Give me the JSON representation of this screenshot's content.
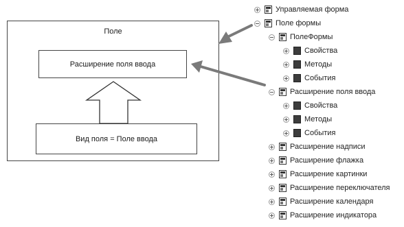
{
  "diagram": {
    "field_box": "Поле",
    "extension_box": "Расширение поля ввода",
    "view_box": "Вид поля = Поле ввода"
  },
  "tree": [
    {
      "label": "Управляемая форма",
      "toggle": "plus",
      "icon": "form-icon",
      "level": 0
    },
    {
      "label": "Поле формы",
      "toggle": "minus",
      "icon": "form-icon",
      "level": 0
    },
    {
      "label": "ПолеФормы",
      "toggle": "minus",
      "icon": "form-icon",
      "level": 1
    },
    {
      "label": "Свойства",
      "toggle": "plus",
      "icon": "item-icon",
      "level": 2
    },
    {
      "label": "Методы",
      "toggle": "plus",
      "icon": "item-icon",
      "level": 2
    },
    {
      "label": "События",
      "toggle": "plus",
      "icon": "item-icon",
      "level": 2
    },
    {
      "label": "Расширение поля ввода",
      "toggle": "minus",
      "icon": "form-icon",
      "level": 1
    },
    {
      "label": "Свойства",
      "toggle": "plus",
      "icon": "item-icon",
      "level": 2
    },
    {
      "label": "Методы",
      "toggle": "plus",
      "icon": "item-icon",
      "level": 2
    },
    {
      "label": "События",
      "toggle": "plus",
      "icon": "item-icon",
      "level": 2
    },
    {
      "label": "Расширение надписи",
      "toggle": "plus",
      "icon": "form-icon",
      "level": 1
    },
    {
      "label": "Расширение флажка",
      "toggle": "plus",
      "icon": "form-icon",
      "level": 1
    },
    {
      "label": "Расширение картинки",
      "toggle": "plus",
      "icon": "form-icon",
      "level": 1
    },
    {
      "label": "Расширение переключателя",
      "toggle": "plus",
      "icon": "form-icon",
      "level": 1
    },
    {
      "label": "Расширение календаря",
      "toggle": "plus",
      "icon": "form-icon",
      "level": 1
    },
    {
      "label": "Расширение индикатора",
      "toggle": "plus",
      "icon": "form-icon",
      "level": 1
    }
  ],
  "colors": {
    "arrow": "#7a7a7a",
    "box_border": "#444444"
  }
}
